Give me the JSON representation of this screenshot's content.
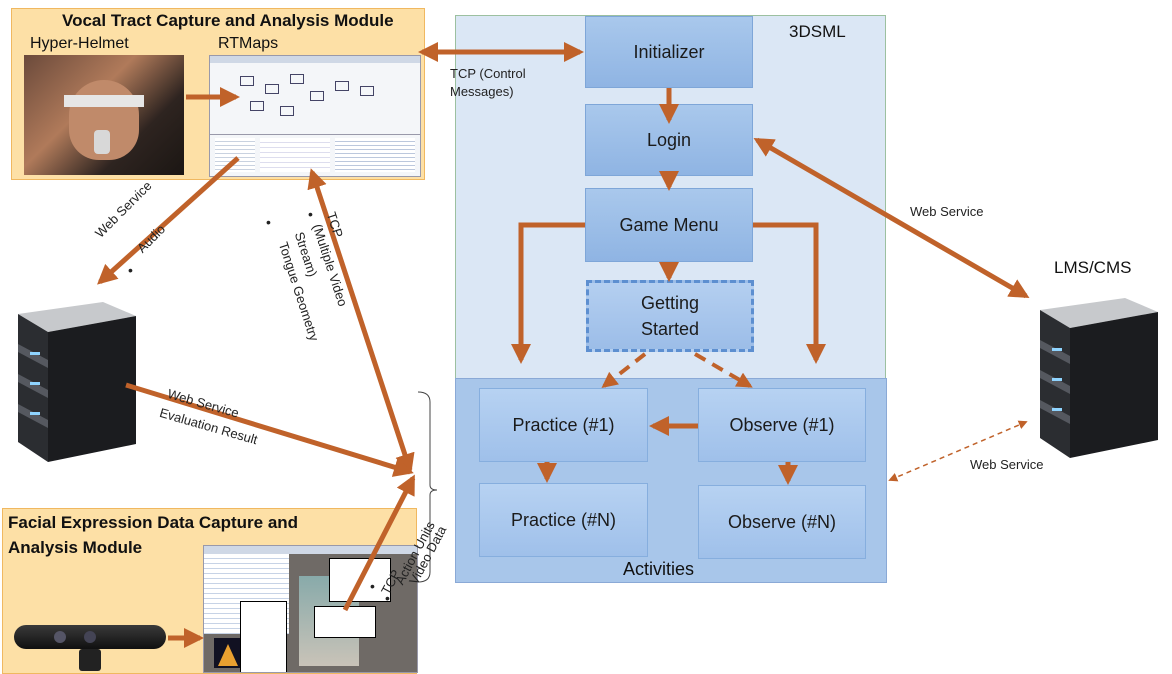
{
  "vocal_module": {
    "title": "Vocal Tract Capture and Analysis Module",
    "helmet_label": "Hyper-Helmet",
    "rtmaps_label": "RTMaps"
  },
  "facial_module": {
    "title_line1": "Facial Expression Data Capture and",
    "title_line2": "Analysis Module"
  },
  "region_3dsml": {
    "label": "3DSML"
  },
  "region_activities": {
    "label": "Activities"
  },
  "boxes": {
    "initializer": "Initializer",
    "login": "Login",
    "game_menu": "Game Menu",
    "getting_started_line1": "Getting",
    "getting_started_line2": "Started",
    "practice_1": "Practice (#1)",
    "observe_1": "Observe (#1)",
    "practice_n": "Practice (#N)",
    "observe_n": "Observe (#N)"
  },
  "lms": {
    "label": "LMS/CMS"
  },
  "edge_labels": {
    "tcp_control_1": "TCP (Control",
    "tcp_control_2": "Messages)",
    "web_service_lms": "Web Service",
    "web_service_lms_dashed": "Web Service",
    "web_service_audio_1": "Web Service",
    "web_service_audio_2": "Audio",
    "tcp_video_1": "TCP",
    "tcp_video_2": "(Multiple Video",
    "tcp_video_3": "Stream)",
    "tcp_video_4": "Tongue Geometry",
    "eval_1": "Web Service",
    "eval_2": "Evaluation Result",
    "facial_1": "TCP",
    "facial_2": "Action Units",
    "facial_3": "Video Data"
  },
  "colors": {
    "arrow": "#c0622a",
    "box_fill": "#9dbde7",
    "region_3dsml": "#dbe7f5",
    "region_activities": "#a8c6ea",
    "module_fill": "#fde0a6"
  }
}
